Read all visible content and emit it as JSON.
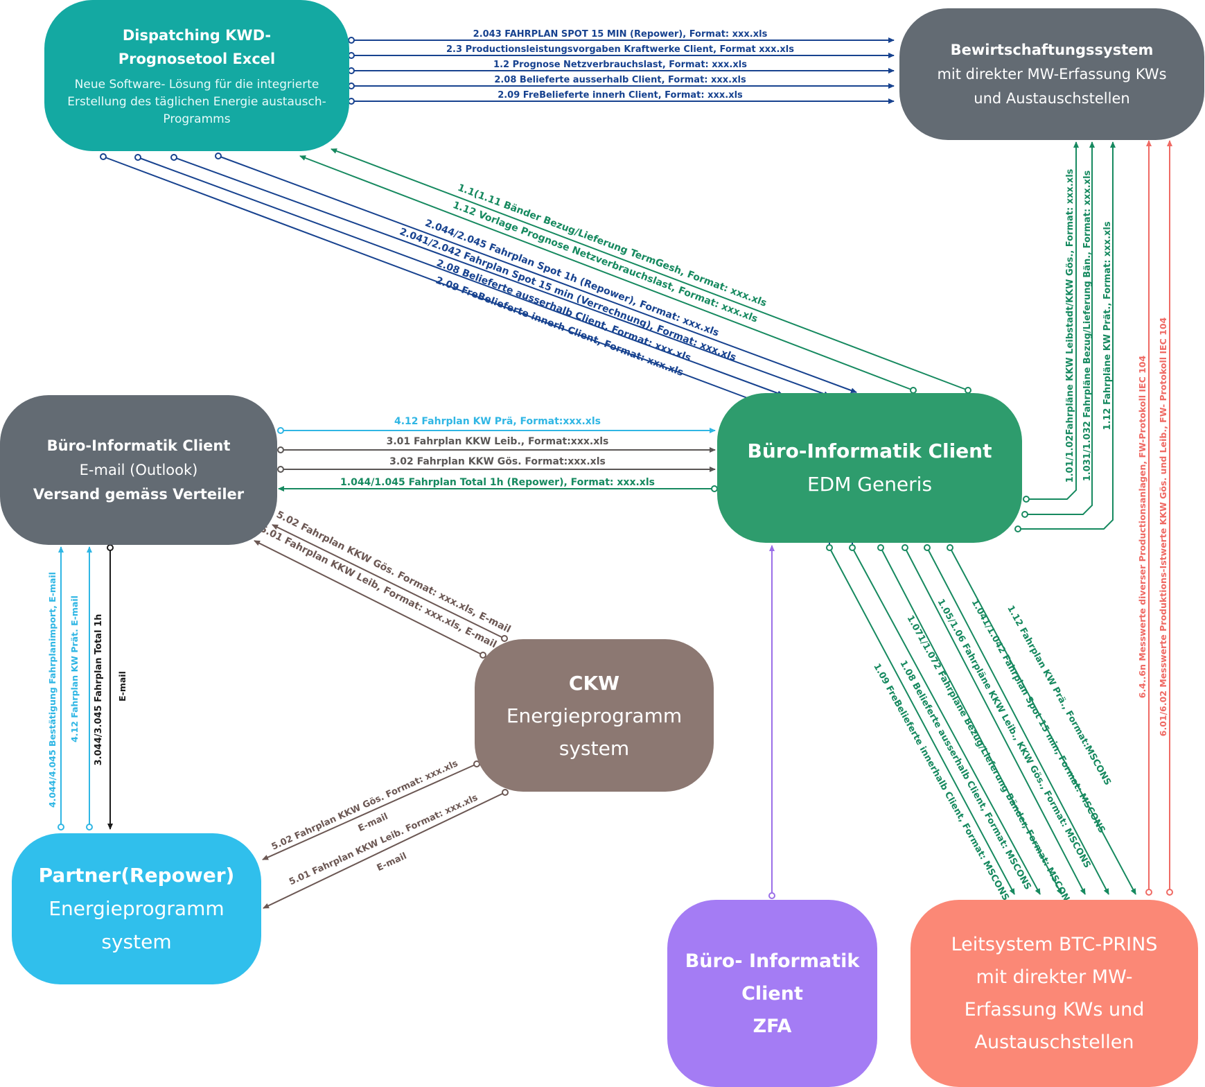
{
  "nodes": {
    "dispatch": {
      "title": [
        "Dispatching KWD-",
        "Prognosetool Excel"
      ],
      "subtitle": [
        "Neue Software- Lösung für die integrierte",
        "Erstellung des täglichen Energie austausch-",
        "Programms"
      ],
      "color": "#14a9a2"
    },
    "bewirt": {
      "lines": [
        "Bewirtschaftungssystem",
        "mit direkter MW-Erfassung KWs",
        "und Austauschstellen"
      ],
      "color": "#636b73"
    },
    "outlook": {
      "lines": [
        "Büro-Informatik Client",
        "E-mail (Outlook)",
        "Versand gemäss Verteiler"
      ],
      "color": "#636b73"
    },
    "edm": {
      "title": "Büro-Informatik Client",
      "subtitle": "EDM Generis",
      "color": "#2e9c6d"
    },
    "ckw": {
      "lines": [
        "CKW",
        "Energieprogramm",
        "system"
      ],
      "color": "#8c7872"
    },
    "partner": {
      "lines": [
        "Partner(Repower)",
        "Energieprogramm",
        "system"
      ],
      "color": "#30bfec"
    },
    "zfa": {
      "lines": [
        "Büro- Informatik",
        "Client",
        "ZFA"
      ],
      "color": "#a47cf4"
    },
    "leit": {
      "lines": [
        "Leitsystem BTC-PRINS",
        "mit direkter MW-",
        "Erfassung KWs und",
        "Austauschstellen"
      ],
      "color": "#fb8876"
    }
  },
  "flows": {
    "dispatch_to_bewirt": [
      "2.043 FAHRPLAN SPOT 15 MIN (Repower), Format: xxx.xls",
      "2.3 Productionsleistungsvorgaben Kraftwerke Client, Format xxx.xls",
      "1.2 Prognose Netzverbrauchslast, Format: xxx.xls",
      "2.08 Belieferte ausserhalb Client, Format: xxx.xls",
      "2.09 FreBelieferte innerh Client, Format: xxx.xls"
    ],
    "edm_to_dispatch": [
      "1.1(1.11 Bänder Bezug/Lieferung TermGesh, Format: xxx.xls",
      "1.12 Vorlage Prognose Netzverbrauchslast, Format: xxx.xls"
    ],
    "dispatch_to_edm": [
      "2.044/2.045 Fahrplan Spot 1h (Repower), Format: xxx.xls",
      "2.041/2.042 Fahrplan Spot 15 min (Verrechnung), Format: xxx.xls",
      "2.08 Belieferte ausserhalb Client, Format: xxx.xls",
      "2.09 FreBelieferte innerh Client, Format: xxx.xls"
    ],
    "outlook_edm": [
      "4.12 Fahrplan KW Prä, Format:xxx.xls",
      "3.01 Fahrplan KKW Leib., Format:xxx.xls",
      "3.02 Fahrplan KKW Gös. Format:xxx.xls",
      "1.044/1.045 Fahrplan Total 1h (Repower), Format: xxx.xls"
    ],
    "edm_to_bewirt": [
      "1.01/1.02Fahrpläne KKW Leibstadt/KKW Gös., Format: xxx.xls",
      "1.031/1.032 Fahrpläne Bezug/Lieferung Bän., Format: xxx.xls",
      "1.12 Fahrpläne KW Prät., Format: xxx.xls"
    ],
    "leit_to_bewirt": [
      "6.4..6n Messwerte diverser Productionsanlagen, FW-Protokoll IEC 104",
      "6.01/6.02 Messwerte Produktions-Istwerte KKW Gös. und Leib., FW- Protokoll IEC 104"
    ],
    "ckw_to_outlook": [
      "5.02 Fahrplan KKW Gös. Format: xxx.xls, E-mail",
      "5.01 Fahrplan KKW Leib, Format: xxx.xls, E-mail"
    ],
    "partner_outlook": [
      "4.044/4.045 Bestätigung Fahrplanimport, E-mail",
      "4.12 Fahrplan KW Prät. E-mail",
      "3.044/3.045 Fahrplan Total 1h",
      "E-mail"
    ],
    "ckw_to_partner": [
      "5.02 Fahrplan KKW Gös. Format: xxx.xls",
      "E-mail",
      "5.01 Fahrplan KKW Leib. Format: xxx.xls",
      "E-mail"
    ],
    "edm_to_leit": [
      "1.09 FreBelieferte innerhalb Client, Format: MSCONS",
      "1.08 Belieferte ausserhalb Client, Format: MSCONS",
      "1.071/1.072 Fahrpläne Bezug/Lieferung Bänder, Format: MSCONS",
      "1.05/1.06 Fahrpläne KKW Leib., KKW Gös., Format: MSCONS",
      "1.041/1.042 Fahrplan Spot 15 min, Format: MSCONS",
      "1.12 Fahrplan KW Prä., Format:MSCONS"
    ]
  },
  "colors": {
    "navy": "#17428f",
    "green": "#16895f",
    "cyan": "#2fb6e4",
    "gray": "#5a5655",
    "brown": "#6b5753",
    "black": "#1a1a1a",
    "purple": "#9a6ee8",
    "red": "#ef6a64"
  }
}
